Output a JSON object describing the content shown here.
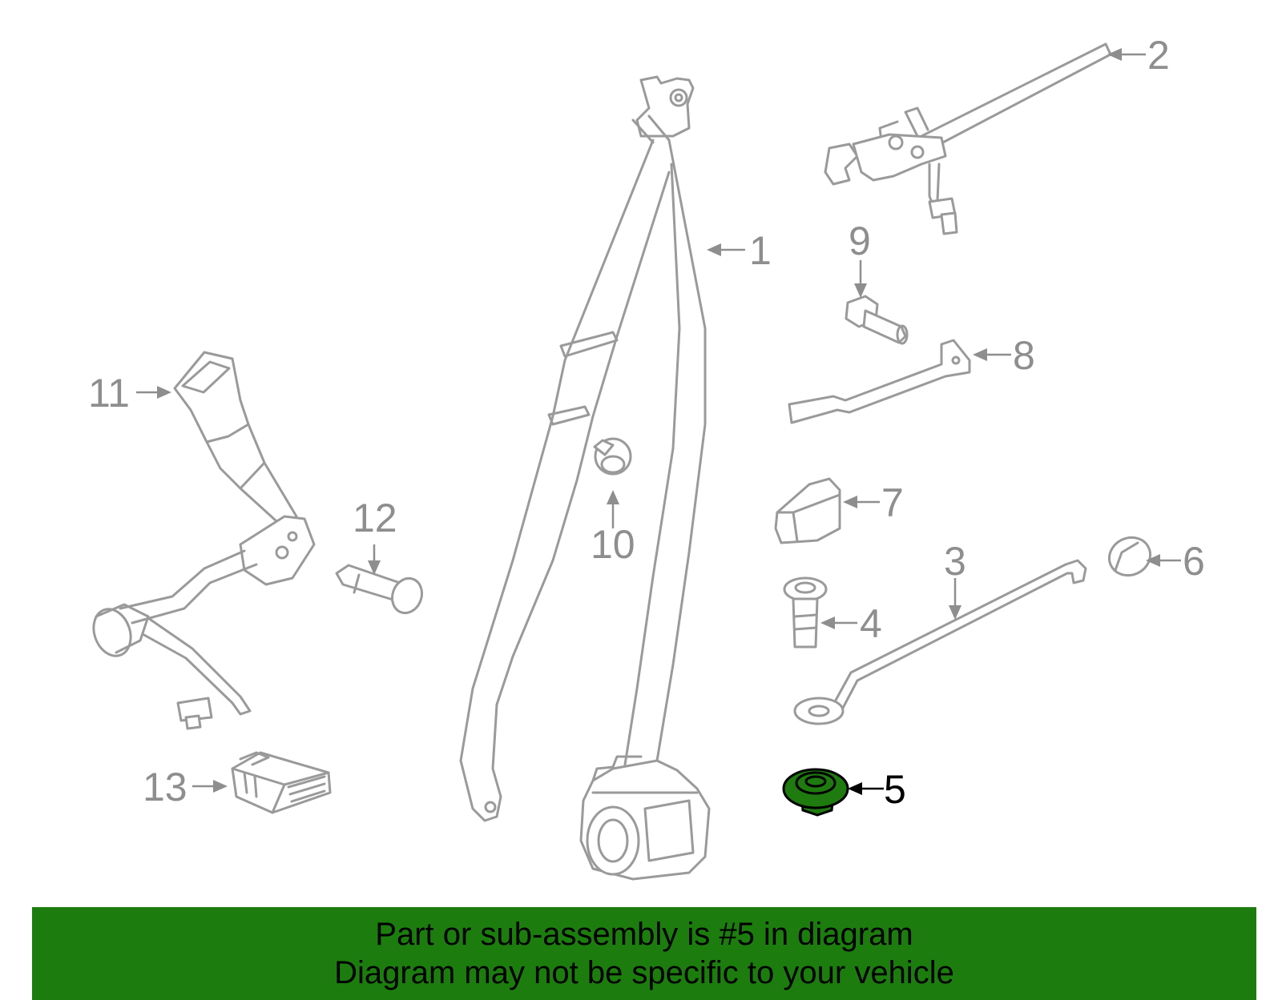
{
  "callouts": {
    "c1": "1",
    "c2": "2",
    "c3": "3",
    "c4": "4",
    "c5": "5",
    "c6": "6",
    "c7": "7",
    "c8": "8",
    "c9": "9",
    "c10": "10",
    "c11": "11",
    "c12": "12",
    "c13": "13"
  },
  "highlight": {
    "callout": "5",
    "color": "#1c7d0e"
  },
  "banner": {
    "line1": "Part or sub-assembly is #5 in diagram",
    "line2": "Diagram may not be specific to your vehicle"
  }
}
